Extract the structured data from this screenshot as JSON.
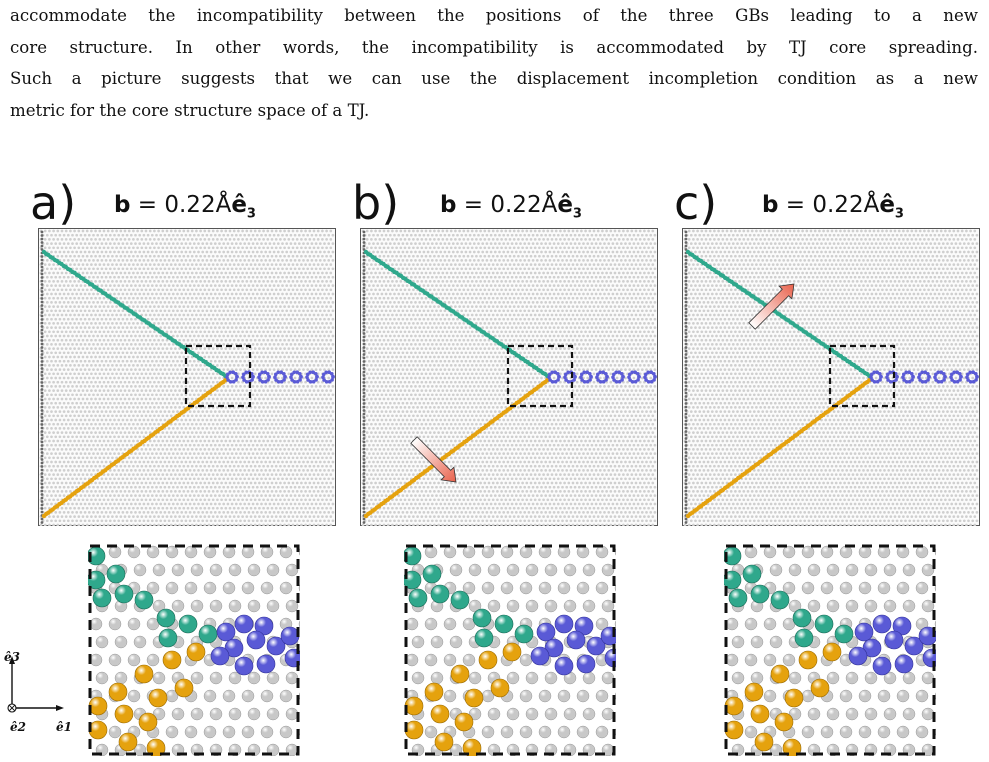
{
  "paragraph": {
    "lines": [
      "accommodate the incompatibility between the positions of the three GBs leading to a new",
      "core structure. In other words, the incompatibility is accommodated by TJ core spreading.",
      "Such a picture suggests that we can use the displacement incompletion condition as a new",
      "metric for the core structure space of a TJ."
    ]
  },
  "figure": {
    "axis_labels": {
      "e3": "ê3",
      "e2": "ê2",
      "e1": "ê1"
    },
    "colors": {
      "gb_green": "#2fa88c",
      "gb_orange": "#e5a20e",
      "gb_blue": "#5a5ad6",
      "bulk": "#cfcfcf",
      "arrow": "#e8604a"
    },
    "panels": [
      {
        "label": "a)",
        "burgers": {
          "b": "b",
          "eq": " = 0.22Å",
          "vec": "ê",
          "sub": "3"
        },
        "arrow": "none",
        "blue_shift": 0
      },
      {
        "label": "b)",
        "burgers": {
          "b": "b",
          "eq": " = 0.22Å",
          "vec": "ê",
          "sub": "3"
        },
        "arrow": "lower-down-right",
        "blue_shift": 0.1
      },
      {
        "label": "c)",
        "burgers": {
          "b": "b",
          "eq": " = 0.22Å",
          "vec": "ê",
          "sub": "3"
        },
        "arrow": "upper-up-right",
        "blue_shift": 0.05
      }
    ]
  }
}
